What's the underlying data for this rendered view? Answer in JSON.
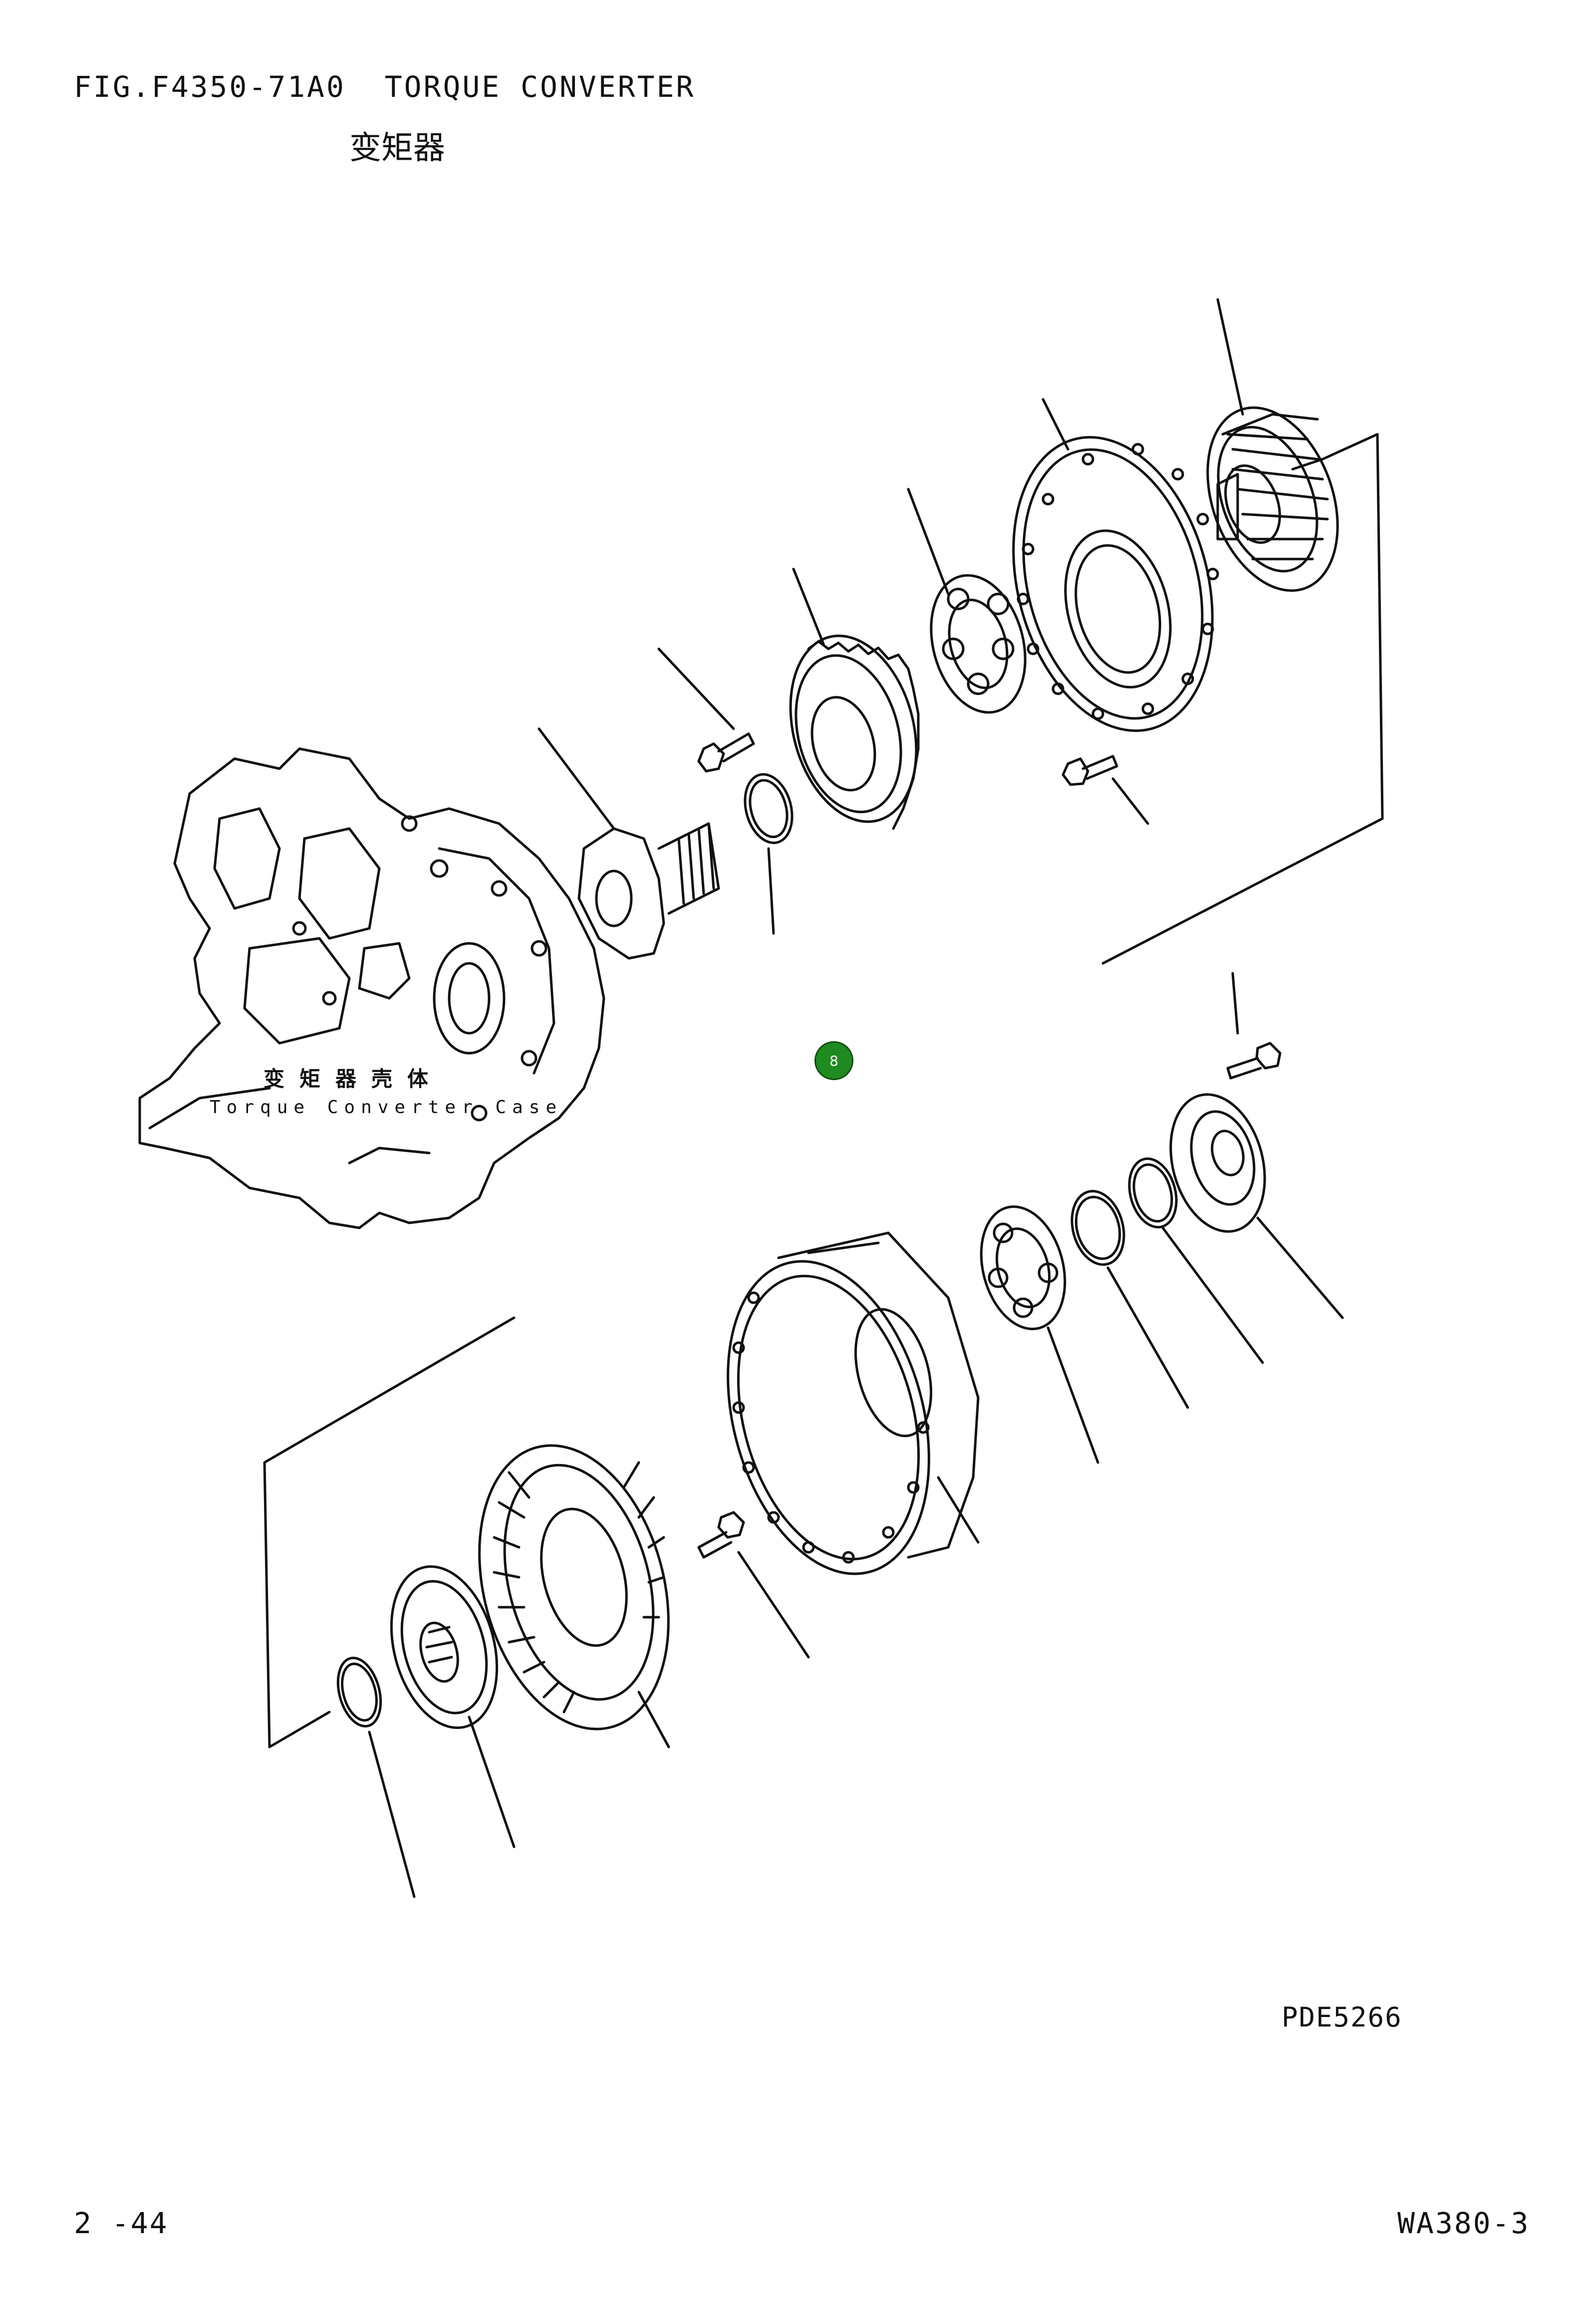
{
  "figure": {
    "title": "FIG.F4350-71A0  TORQUE CONVERTER",
    "subtitle_zh": "变矩器",
    "drawing_code": "PDE5266"
  },
  "case_label": {
    "zh": "变矩器壳体",
    "en": "Torque Converter Case"
  },
  "callout": {
    "number": "8",
    "color": "#1f8a1f"
  },
  "footer": {
    "page": "2 -44",
    "model": "WA380-3"
  }
}
